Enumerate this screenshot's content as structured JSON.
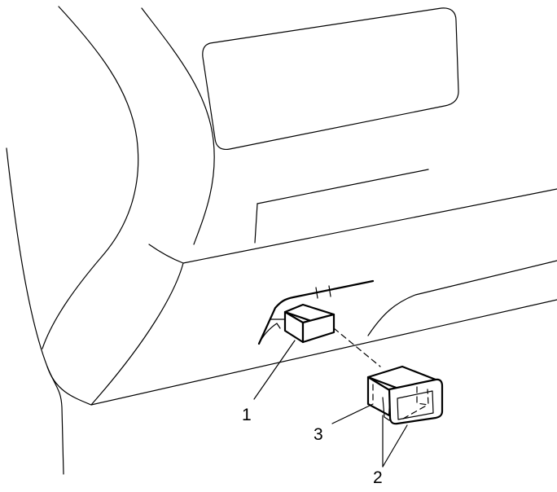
{
  "callouts": {
    "item_1": "1",
    "item_2": "2",
    "item_3": "3"
  }
}
